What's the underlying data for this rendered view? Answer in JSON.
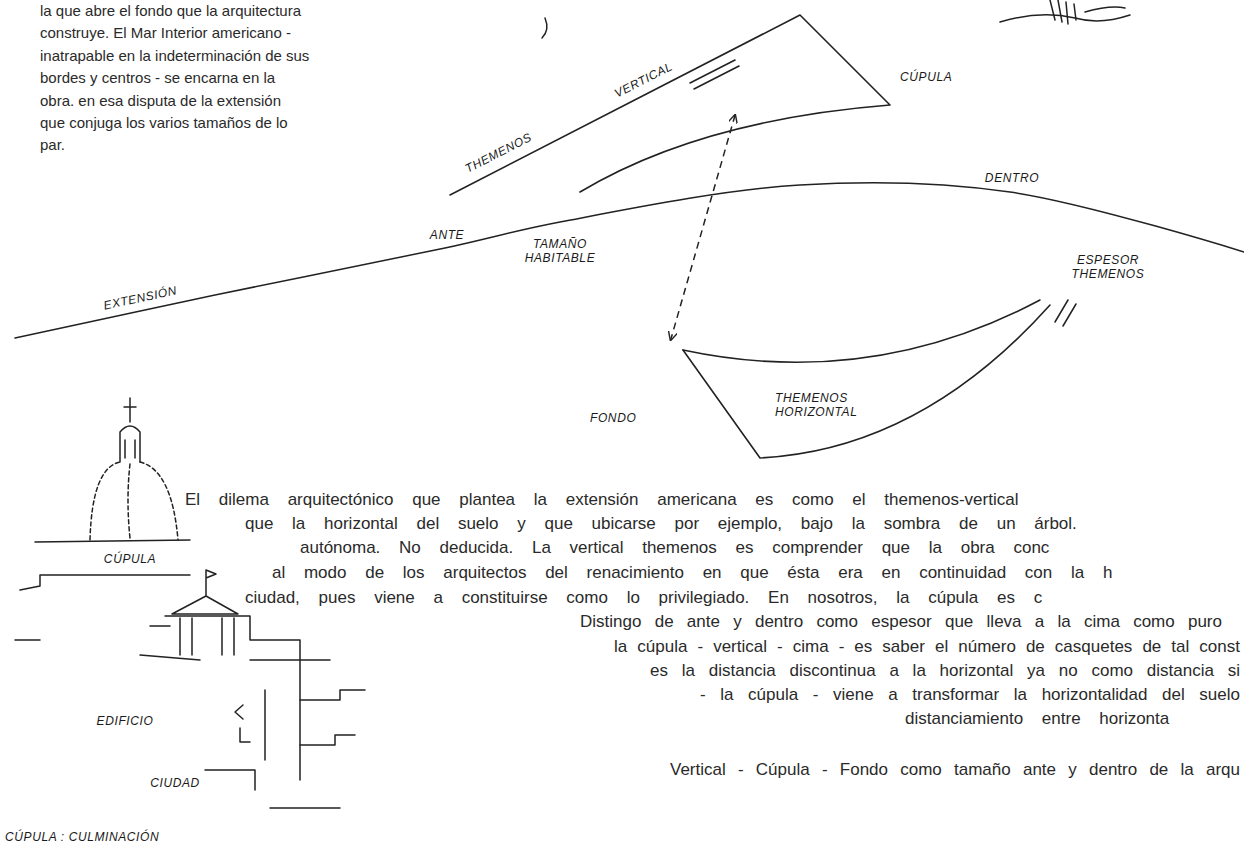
{
  "diagram": {
    "nodes": [
      {
        "text": [
          "CÚPULA"
        ]
      },
      {
        "text": [
          "FONDO",
          "THEMENOS HORIZONTAL"
        ]
      }
    ],
    "edges": [
      {
        "from": 0,
        "to": 1,
        "arrow": "both"
      }
    ],
    "labels": [
      "la que abre el fondo que la arquitectura construye. El Mar Interior americano - inatrapable en la indeterminación de sus bordes y centros - se encarna en la obra. en esa disputa de la extensión que conjuga los varios tamaños de lo par.",
      "THEMENOS",
      "VERTICAL",
      "EXTENSIÓN",
      "ANTE",
      "TAMAÑO HABITABLE",
      "DENTRO",
      "ESPESOR THEMENOS",
      "CÚPULA",
      "EDIFICIO",
      "CIUDAD",
      "CÚPULA : CULMINACIÓN",
      "El dilema arquitectónico que plantea la extensión americana es como el themenos-vertical",
      "que la horizontal del suelo y que ubicarse por ejemplo, bajo la sombra de un árbol.",
      "autónoma. No deducida. La vertical themenos es comprender que la obra conc",
      "al modo de los arquitectos del renacimiento en que ésta era en continuidad con la h",
      "ciudad, pues viene a constituirse como lo privilegiado. En nosotros, la cúpula es c",
      "Distingo de ante y dentro como espesor que lleva a la cima como puro",
      "la cúpula - vertical - cima - es saber el número de casquetes de tal const",
      "es la distancia discontinua a la horizontal ya no como distancia si",
      "- la cúpula - viene a transformar la horizontalidad del suelo",
      "distanciamiento entre horizonta",
      "Vertical - Cúpula - Fondo como tamaño ante y dentro de la arqu"
    ]
  }
}
